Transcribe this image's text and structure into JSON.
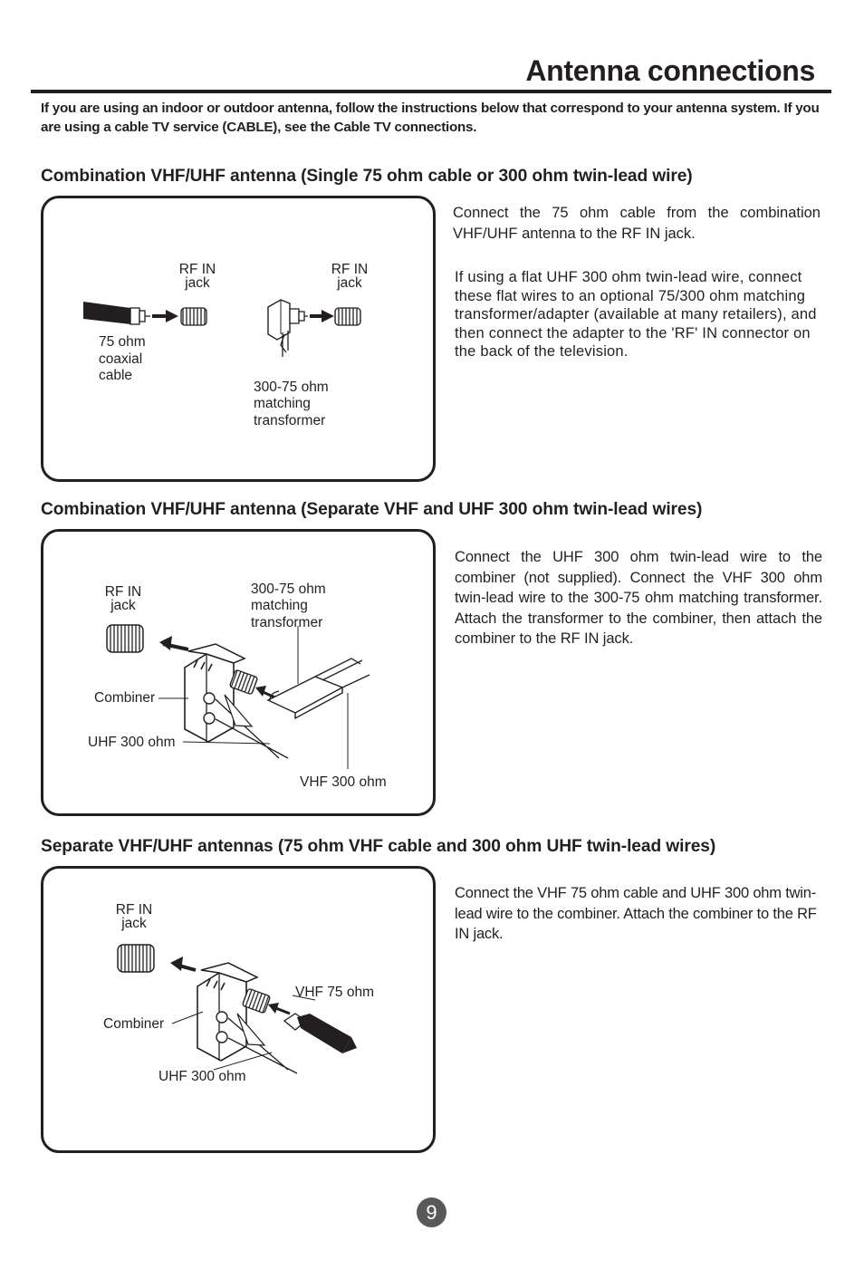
{
  "page": {
    "title": "Antenna connections",
    "intro": "If you are using an indoor or outdoor antenna, follow the instructions below that correspond to your antenna system. If you are using a cable TV service (CABLE), see the Cable TV connections.",
    "page_number": "9"
  },
  "sections": [
    {
      "heading": "Combination VHF/UHF antenna (Single 75 ohm cable or 300 ohm twin-lead wire)",
      "labels": {
        "rf_in_a": "RF IN",
        "jack_a": "jack",
        "rf_in_b": "RF IN",
        "jack_b": "jack",
        "coax_1": "75 ohm",
        "coax_2": "coaxial",
        "coax_3": "cable",
        "transformer_1": "300-75 ohm",
        "transformer_2": "matching",
        "transformer_3": "transformer"
      },
      "text_1": "Connect the 75 ohm cable from the combination VHF/UHF antenna to the RF IN jack.",
      "text_2": "If using a flat UHF 300 ohm twin-lead wire, connect these flat wires to an optional 75/300 ohm matching transformer/adapter (available at many retailers), and then connect the adapter to the 'RF' IN connector on the back of the television."
    },
    {
      "heading": "Combination VHF/UHF antenna (Separate VHF and UHF 300 ohm twin-lead wires)",
      "labels": {
        "rf_in": "RF IN",
        "jack": "jack",
        "transformer_1": "300-75 ohm",
        "transformer_2": "matching",
        "transformer_3": "transformer",
        "combiner": "Combiner",
        "uhf": "UHF 300 ohm",
        "vhf": "VHF 300 ohm"
      },
      "text": "Connect the UHF 300 ohm twin-lead wire to the combiner (not supplied). Connect the VHF 300 ohm twin-lead wire to the 300-75 ohm matching transformer. Attach the transformer to the combiner, then attach the combiner to the RF IN jack."
    },
    {
      "heading": "Separate VHF/UHF antennas (75 ohm VHF cable and 300 ohm UHF twin-lead wires)",
      "labels": {
        "rf_in": "RF IN",
        "jack": "jack",
        "vhf": "VHF 75 ohm",
        "combiner": "Combiner",
        "uhf": "UHF 300 ohm"
      },
      "text": "Connect the VHF 75 ohm cable and UHF 300 ohm twin-lead wire to the combiner. Attach the combiner to the RF IN jack."
    }
  ]
}
